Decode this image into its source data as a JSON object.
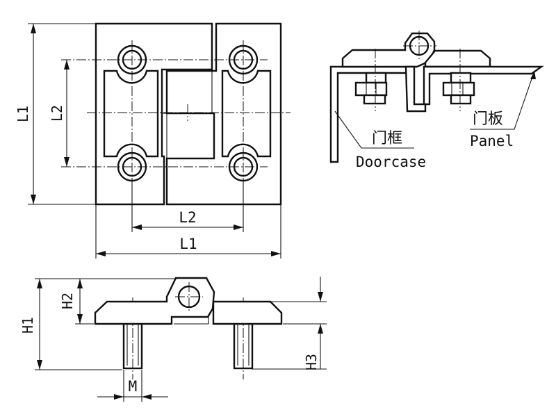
{
  "dimensions": {
    "l1": "L1",
    "l2": "L2",
    "h1": "H1",
    "h2": "H2",
    "h3": "H3",
    "m": "M"
  },
  "labels": {
    "doorcase_cn": "门框",
    "doorcase_en": "Doorcase",
    "panel_cn": "门板",
    "panel_en": "Panel"
  }
}
